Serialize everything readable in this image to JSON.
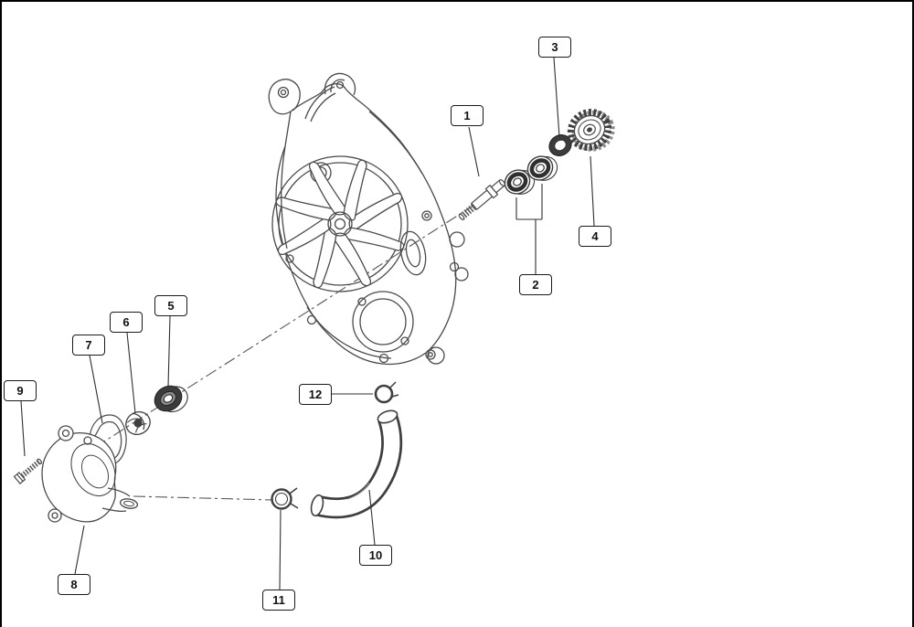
{
  "colors": {
    "background": "#ffffff",
    "line_art": "#4a4a4a",
    "callout_border": "#1a1a1a"
  },
  "callouts": [
    {
      "label": "1"
    },
    {
      "label": "2"
    },
    {
      "label": "3"
    },
    {
      "label": "4"
    },
    {
      "label": "5"
    },
    {
      "label": "6"
    },
    {
      "label": "7"
    },
    {
      "label": "8"
    },
    {
      "label": "9"
    },
    {
      "label": "10"
    },
    {
      "label": "11"
    },
    {
      "label": "12"
    }
  ]
}
